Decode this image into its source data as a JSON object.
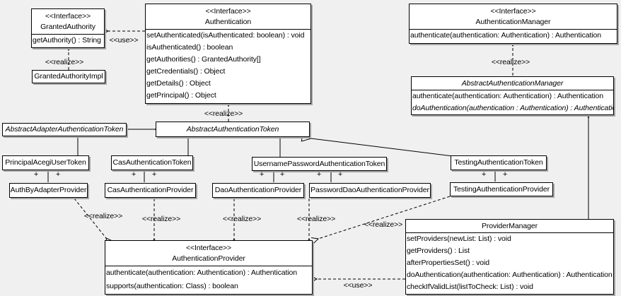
{
  "diagram": {
    "background_color": "#f0f0f0",
    "box_fill": "#ffffff",
    "line_color": "#000000",
    "shadow_color": "#a6a6a6"
  },
  "labels": {
    "use": "<<use>>",
    "realize": "<<realize>>",
    "plus": "+"
  },
  "classes": {
    "granted_authority": {
      "stereotype": "<<Interface>>",
      "name": "GrantedAuthority",
      "methods": [
        "getAuthority() : String"
      ]
    },
    "granted_authority_impl": {
      "name": "GrantedAuthorityImpl"
    },
    "authentication": {
      "stereotype": "<<Interface>>",
      "name": "Authentication",
      "methods": [
        "setAuthenticated(isAuthenticated: boolean) : void",
        "isAuthenticated() : boolean",
        "getAuthorities() : GrantedAuthority[]",
        "getCredentials() : Object",
        "getDetails() : Object",
        "getPrincipal() : Object"
      ]
    },
    "authentication_manager": {
      "stereotype": "<<Interface>>",
      "name": "AuthenticationManager",
      "methods": [
        "authenticate(authentication: Authentication) : Authentication"
      ]
    },
    "abstract_authentication_manager": {
      "name": "AbstractAuthenticationManager",
      "methods": [
        "authenticate(authentication: Authentication) : Authentication",
        "doAuthentication(authentication : Authentication) : Authentication"
      ]
    },
    "abstract_adapter_authentication_token": {
      "name": "AbstractAdapterAuthenticationToken"
    },
    "abstract_authentication_token": {
      "name": "AbstractAuthenticationToken"
    },
    "principal_acegi_user_token": {
      "name": "PrincipalAcegiUserToken"
    },
    "cas_authentication_token": {
      "name": "CasAuthenticationToken"
    },
    "username_password_authentication_token": {
      "name": "UsernamePasswordAuthenticationToken"
    },
    "testing_authentication_token": {
      "name": "TestingAuthenticationToken"
    },
    "auth_by_adapter_provider": {
      "name": "AuthByAdapterProvider"
    },
    "cas_authentication_provider": {
      "name": "CasAuthenticationProvider"
    },
    "dao_authentication_provider": {
      "name": "DaoAuthenticationProvider"
    },
    "password_dao_authentication_provider": {
      "name": "PasswordDaoAuthenticationProvider"
    },
    "testing_authentication_provider": {
      "name": "TestingAuthenticationProvider"
    },
    "authentication_provider": {
      "stereotype": "<<Interface>>",
      "name": "AuthenticationProvider",
      "methods": [
        "authenticate(authentication: Authentication) : Authentication",
        "supports(authentication: Class) : boolean"
      ]
    },
    "provider_manager": {
      "name": "ProviderManager",
      "methods": [
        "setProviders(newList: List) : void",
        "getProviders() : List",
        "afterPropertiesSet() : void",
        "doAuthentication(authentication: Authentication) : Authentication",
        "checkIfValidList(listToCheck: List) : void"
      ]
    }
  }
}
